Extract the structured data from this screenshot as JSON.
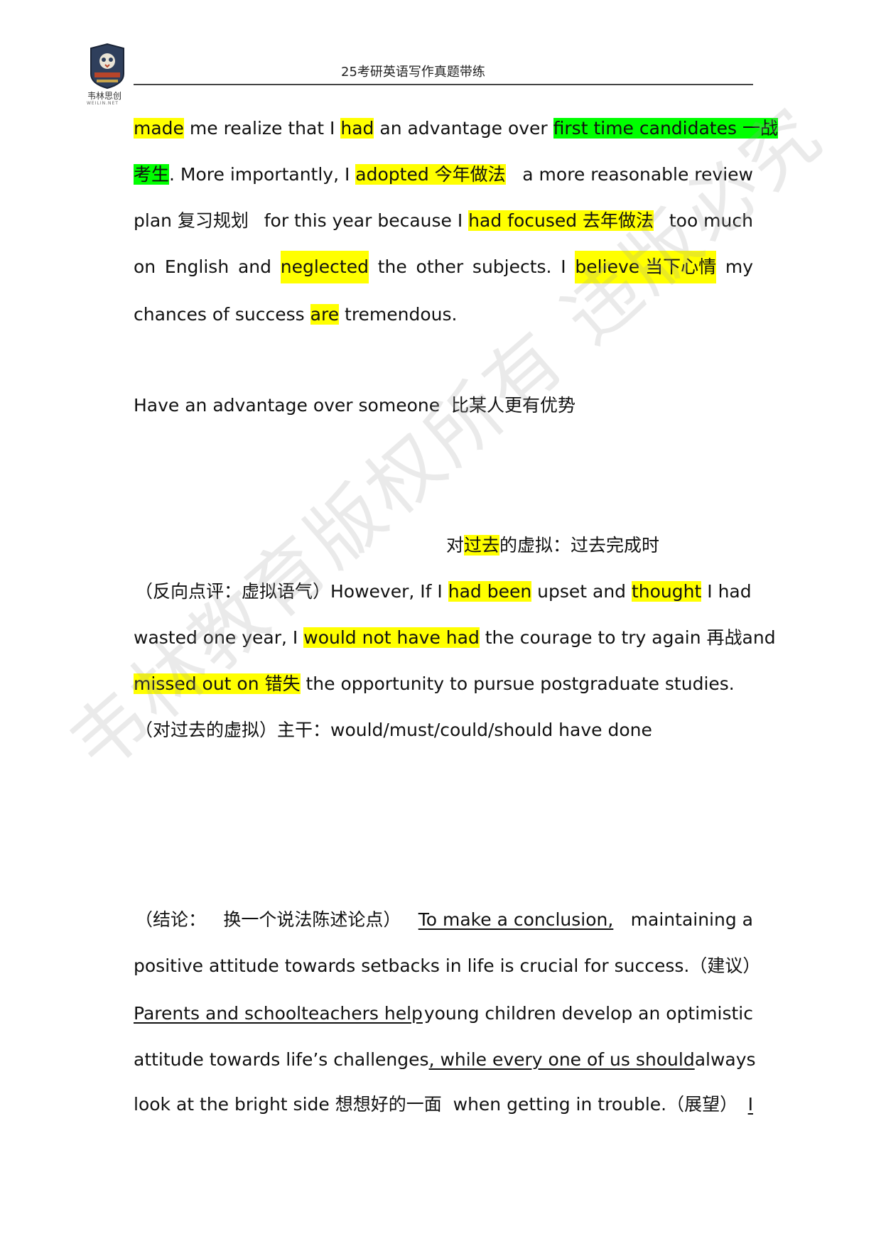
{
  "header": {
    "title": "25考研英语写作真题带练",
    "logo_text": "韦林思创",
    "logo_subtext": "WEILIN.NET"
  },
  "watermark": "韦林教育版权所有 违版必究",
  "p1": {
    "l1": [
      "made",
      " me realize that I ",
      "had",
      " an advantage over ",
      "first time candidates 一战"
    ],
    "l2": [
      "考生",
      ". More importantly, I ",
      "adopted 今年做法",
      "a more reasonable review"
    ],
    "l3": [
      "plan 复习规划",
      "for this year because I ",
      "had focused 去年做法",
      "too much"
    ],
    "l4": [
      "on",
      "English",
      "and",
      "neglected",
      "the",
      "other",
      "subjects.",
      "I",
      "believe 当下心情",
      "my"
    ],
    "l5": [
      "chances of success ",
      "are",
      " tremendous."
    ]
  },
  "phrase": "Have an advantage over someone  比某人更有优势",
  "note_subjunctive": [
    "对",
    "过去",
    "的虚拟：过去完成时"
  ],
  "p2": {
    "l1": [
      "（反向点评：虚拟语气）However, If I ",
      "had been",
      " upset and ",
      "thought",
      " I had"
    ],
    "l2": [
      "wasted one year, I ",
      "would not have had",
      " the courage to try again 再战",
      "and"
    ],
    "l3": [
      "missed out on 错失",
      " the opportunity to pursue postgraduate studies."
    ],
    "l4": "（对过去的虚拟）主干：would/must/could/should have done"
  },
  "p3": {
    "l1": [
      "（结论：",
      "换一个说法陈述论点）",
      "To make a conclusion,",
      "maintaining a"
    ],
    "l2": [
      "positive attitude towards setbacks in life is crucial for success.",
      "（建议）"
    ],
    "l3": [
      "Parents and schoolteachers help",
      "young children develop an optimistic"
    ],
    "l4": [
      "attitude towards life’s challenges",
      ", while every one of us should",
      "always"
    ],
    "l5": [
      "look at the bright side 想想好的一面  when getting in trouble.（展望）",
      "I"
    ]
  }
}
